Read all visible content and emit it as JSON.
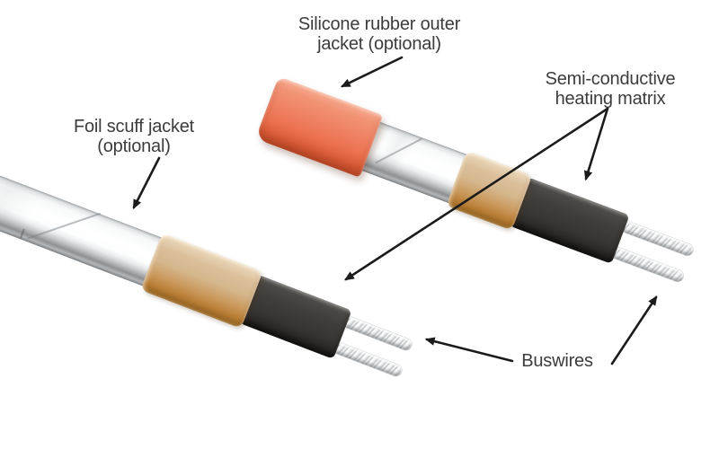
{
  "diagram": {
    "background": "#ffffff",
    "labels": {
      "silicone_jacket": {
        "line1": "Silicone rubber outer",
        "line2": "jacket (optional)"
      },
      "heating_matrix": {
        "line1": "Semi-conductive",
        "line2": "heating matrix"
      },
      "foil_jacket": {
        "line1": "Foil scuff jacket",
        "line2": "(optional)"
      },
      "buswires": {
        "text": "Buswires"
      }
    },
    "colors": {
      "label_text": "#3c3c3c",
      "arrow": "#1b1b1b",
      "silicone_jacket": "#ee7c5c",
      "foil_jacket": "#f2f4f5",
      "braid_band": "#c99355",
      "heating_matrix": "#3b3936",
      "buswire": "#dadcdd"
    }
  }
}
